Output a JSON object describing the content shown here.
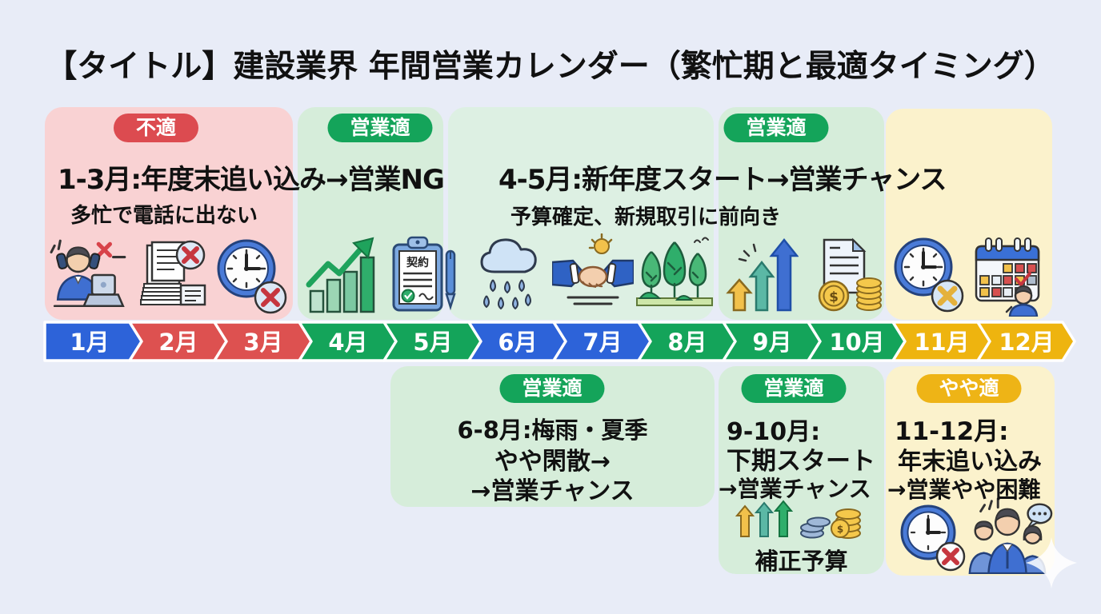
{
  "title": "【タイトル】建設業界 年間営業カレンダー（繁忙期と最適タイミング）",
  "top_sections": [
    {
      "name": "months-1-3",
      "bg": "#f9d2d3",
      "badge": {
        "label": "不適",
        "bg": "#dc4b50"
      },
      "title": "1-3月:年度末追い込み→営業NG",
      "subtitle": "多忙で電話に出ない",
      "icons": [
        "busy-person-phones-icon",
        "paperwork-x-icon",
        "clock-x-icon"
      ]
    },
    {
      "name": "months-4-5",
      "bg": "#d6edda",
      "badge": {
        "label": "営業適",
        "bg": "#14a45a"
      },
      "icons": [
        "growth-chart-icon",
        "contract-clipboard-icon"
      ]
    },
    {
      "name": "months-6-8",
      "bg": "#ddf0e3",
      "title": "4-5月:新年度スタート→営業チャンス",
      "subtitle": "予算確定、新規取引に前向き",
      "icons": [
        "rain-cloud-icon",
        "handshake-icon",
        "trees-icon"
      ]
    },
    {
      "name": "months-9-10",
      "bg": "#d6edda",
      "badge": {
        "label": "営業適",
        "bg": "#14a45a"
      },
      "icons": [
        "up-arrows-icon",
        "budget-document-coins-icon"
      ]
    },
    {
      "name": "months-11-12",
      "bg": "#fbf2cc",
      "icons": [
        "clock-x-yellow-icon",
        "calendar-person-icon"
      ]
    }
  ],
  "timeline": {
    "months": [
      {
        "label": "1月",
        "color": "#2d63d9"
      },
      {
        "label": "2月",
        "color": "#dd5150"
      },
      {
        "label": "3月",
        "color": "#dd5150"
      },
      {
        "label": "4月",
        "color": "#14a45a"
      },
      {
        "label": "5月",
        "color": "#14a45a"
      },
      {
        "label": "6月",
        "color": "#2d63d9"
      },
      {
        "label": "7月",
        "color": "#2d63d9"
      },
      {
        "label": "8月",
        "color": "#14a45a"
      },
      {
        "label": "9月",
        "color": "#14a45a"
      },
      {
        "label": "10月",
        "color": "#14a45a"
      },
      {
        "label": "11月",
        "color": "#eeb40f"
      },
      {
        "label": "12月",
        "color": "#eeb40f"
      }
    ]
  },
  "bottom_sections": [
    {
      "name": "detail-6-8",
      "bg": "#d6edda",
      "badge": {
        "label": "営業適",
        "bg": "#14a45a"
      },
      "lines": [
        "6-8月:梅雨・夏季",
        "やや閑散→",
        "→営業チャンス"
      ]
    },
    {
      "name": "detail-9-10",
      "bg": "#d6edda",
      "badge": {
        "label": "営業適",
        "bg": "#14a45a"
      },
      "lines": [
        "9-10月:",
        "下期スタート",
        "→営業チャンス"
      ],
      "caption": "補正予算",
      "icons": [
        "small-arrows-coins-icon"
      ]
    },
    {
      "name": "detail-11-12",
      "bg": "#fbf2cc",
      "badge": {
        "label": "やや適",
        "bg": "#eeb416"
      },
      "lines": [
        "11-12月:",
        "年末追い込み",
        "→営業やや困難"
      ],
      "icons": [
        "clock-x-red-icon",
        "people-group-icon"
      ]
    }
  ],
  "contract_icon_text": "契約",
  "coin_symbol": "$"
}
